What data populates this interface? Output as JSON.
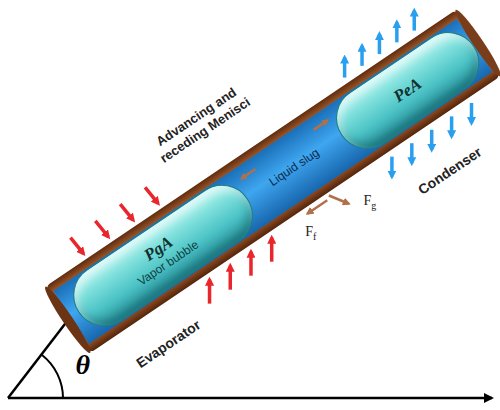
{
  "diagram": {
    "nodes": [
      {
        "text": [
          "PgA",
          "Vapor bubble"
        ]
      },
      {
        "text": [
          "Liquid slug"
        ]
      },
      {
        "text": [
          "PeA"
        ]
      }
    ],
    "labels": [
      "Advancing and receding Menisci",
      "Condenser",
      "Evaporator",
      "Ff",
      "Fg",
      "θ"
    ]
  }
}
